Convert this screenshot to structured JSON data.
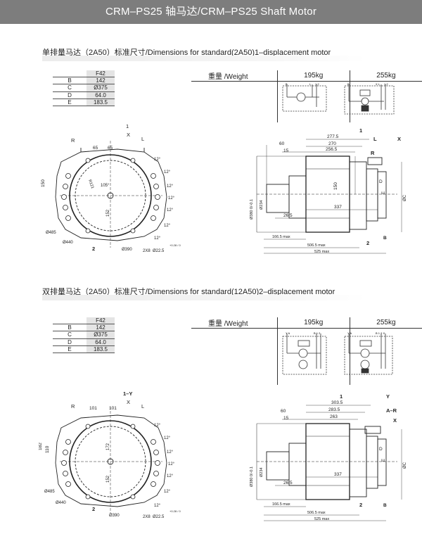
{
  "header": {
    "title": "CRM–PS25 轴马达/CRM–PS25 Shaft Motor"
  },
  "sections": [
    {
      "title": "单排量马达（2A50）标准尺寸/Dimensions for standard(2A50)1–displacement motor",
      "dims": {
        "header": "F42",
        "rows": [
          [
            "B",
            "142"
          ],
          [
            "C",
            "Ø375"
          ],
          [
            "D",
            "64.0"
          ],
          [
            "E",
            "183.5"
          ]
        ]
      },
      "weight": {
        "label": "重量 /Weight",
        "w1": "195kg",
        "w2": "255kg"
      },
      "front": {
        "top1": "1",
        "topR": "R",
        "topX": "X",
        "topL": "L",
        "d65a": "65",
        "d65b": "65",
        "d150": "150",
        "d12": "12°",
        "d105": "105°",
        "r121": "R121",
        "d152": "152",
        "d485": "Ø485",
        "d440": "Ø440",
        "d2": "2",
        "d390": "Ø390",
        "d2x8": "2X8",
        "d225": "Ø22.5",
        "tol": "+0.28 / 0"
      },
      "side": {
        "l1": "1",
        "lL": "L",
        "lR": "R",
        "lX": "X",
        "d2775": "277.5",
        "d270": "270",
        "d2565": "256.5",
        "d60": "60",
        "d15": "15",
        "d150": "150",
        "d337": "337",
        "d265": "26.5",
        "d380": "Ø380 0/-0.1",
        "d234": "Ø234",
        "d1665": "166.5 max",
        "d5065": "506.5 max",
        "d525": "525 max",
        "lD": "D",
        "lE": "E",
        "lC": "ØC",
        "lB": "B",
        "l2": "2"
      }
    },
    {
      "title": "双排量马达（2A50）标准尺寸/Dimensions for standard(12A50)2–displacement motor",
      "dims": {
        "header": "F42",
        "rows": [
          [
            "B",
            "142"
          ],
          [
            "C",
            "Ø375"
          ],
          [
            "D",
            "64.0"
          ],
          [
            "E",
            "183.5"
          ]
        ]
      },
      "weight": {
        "label": "重量 /Weight",
        "w1": "195kg",
        "w2": "255kg"
      },
      "front": {
        "top1": "1–Y",
        "topR": "R",
        "topX": "X",
        "topL": "L",
        "d65a": "101",
        "d65b": "101",
        "d182": "182",
        "d110": "110",
        "d172": "172",
        "d12": "12°",
        "d152": "152",
        "d485": "Ø485",
        "d440": "Ø440",
        "d2": "2",
        "d390": "Ø390",
        "d2x8": "2X8",
        "d225": "Ø22.5",
        "tol": "+0.28 / 0"
      },
      "side": {
        "l1": "1",
        "lY": "Y",
        "lAR": "A–R",
        "lX": "X",
        "d3035": "303.5",
        "d2835": "283.5",
        "d263": "263",
        "d60": "60",
        "d15": "15",
        "d337": "337",
        "d265": "26.5",
        "d380": "Ø380 0/-0.1",
        "d234": "Ø234",
        "d1665": "166.5 max",
        "d5065": "506.5 max",
        "d525": "525 max",
        "lD": "D",
        "lE": "E",
        "lC": "ØC",
        "lB": "B",
        "l2": "2"
      }
    }
  ],
  "colors": {
    "banner": "#7d7d7d",
    "table_fill": "#e4e4e4",
    "line": "#222222"
  }
}
